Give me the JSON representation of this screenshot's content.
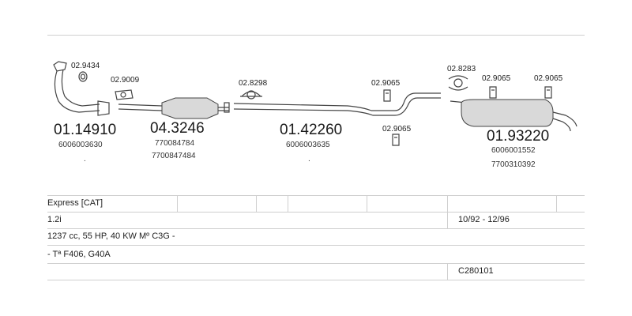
{
  "parts": [
    {
      "code": "01.14910",
      "refs": [
        "6006003630",
        "."
      ]
    },
    {
      "code": "04.3246",
      "refs": [
        "770084784",
        "7700847484"
      ]
    },
    {
      "code": "01.42260",
      "refs": [
        "6006003635",
        "."
      ]
    },
    {
      "code": "01.93220",
      "refs": [
        "6006001552",
        "7700310392"
      ]
    }
  ],
  "fittings": {
    "f1": "02.9434",
    "f2": "02.9009",
    "f3": "02.8298",
    "f4": "02.9065",
    "f5": "02.9065",
    "f6": "02.8283",
    "f7": "02.9065",
    "f8": "02.9065"
  },
  "table": {
    "model": "Express  [CAT]",
    "engine": "1.2i",
    "years": "10/92 - 12/96",
    "specs": "1237 cc, 55 HP, 40 KW Mº C3G -",
    "gearbox": "- Tª F406, G40A",
    "catalog": "C280101"
  }
}
